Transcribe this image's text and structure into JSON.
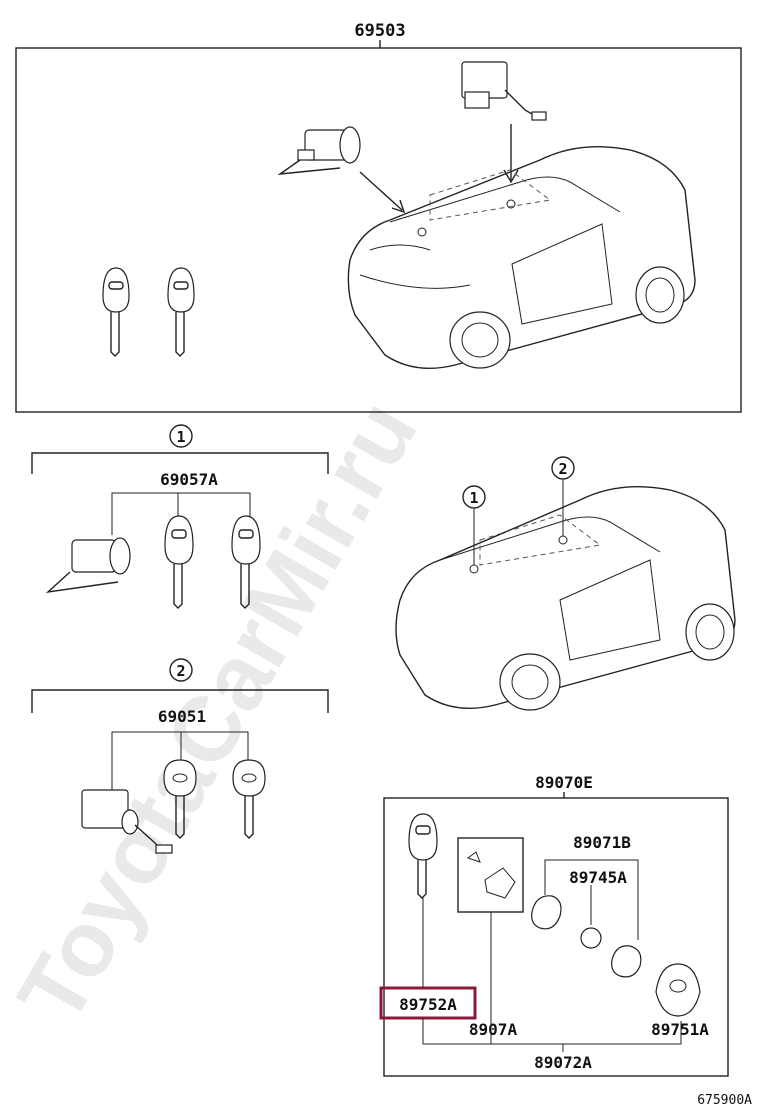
{
  "watermark": "ToyotaCarMir.ru",
  "diagram_code": "675900A",
  "groups": {
    "top": {
      "part_no": "69503"
    },
    "set1": {
      "marker": "1",
      "part_no": "69057A"
    },
    "set2": {
      "marker": "2",
      "part_no": "69051"
    },
    "car_markers": [
      "1",
      "2"
    ],
    "remote": {
      "part_no": "89070E",
      "items": [
        "89071B",
        "89745A",
        "89752A",
        "8907A",
        "89751A",
        "89072A"
      ],
      "highlighted": "89752A",
      "highlight_color": "#8b1a3a"
    }
  }
}
